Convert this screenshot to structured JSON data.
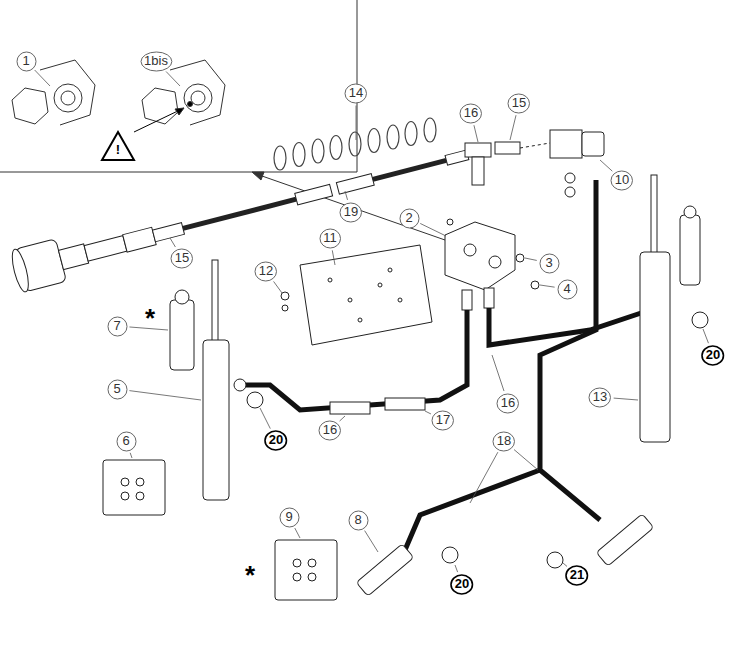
{
  "diagram": {
    "nodes": [
      {
        "text": [
          "1"
        ]
      },
      {
        "text": [
          "1bis"
        ]
      },
      {
        "text": [
          "!"
        ]
      },
      {
        "text": [
          "14"
        ]
      },
      {
        "text": [
          "16"
        ]
      },
      {
        "text": [
          "15"
        ]
      },
      {
        "text": [
          "10"
        ]
      },
      {
        "text": [
          "2"
        ]
      },
      {
        "text": [
          "11"
        ]
      },
      {
        "text": [
          "15"
        ]
      },
      {
        "text": [
          "19"
        ]
      },
      {
        "text": [
          "3"
        ]
      },
      {
        "text": [
          "12"
        ]
      },
      {
        "text": [
          "4"
        ]
      },
      {
        "text": [
          "7"
        ]
      },
      {
        "text": [
          "20"
        ]
      },
      {
        "text": [
          "5"
        ]
      },
      {
        "text": [
          "13"
        ]
      },
      {
        "text": [
          "16"
        ]
      },
      {
        "text": [
          "17"
        ]
      },
      {
        "text": [
          "16"
        ]
      },
      {
        "text": [
          "20"
        ]
      },
      {
        "text": [
          "6"
        ]
      },
      {
        "text": [
          "18"
        ]
      },
      {
        "text": [
          "9"
        ]
      },
      {
        "text": [
          "8"
        ]
      },
      {
        "text": [
          "21"
        ]
      },
      {
        "text": [
          "20"
        ]
      }
    ],
    "labels": [
      "*",
      "*"
    ]
  }
}
